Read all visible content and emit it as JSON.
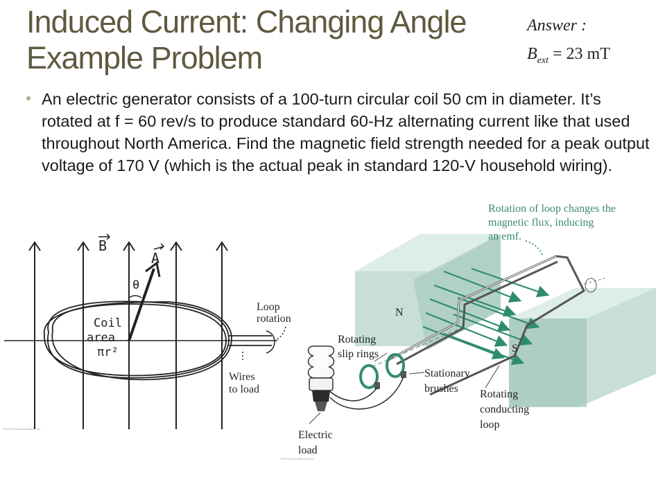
{
  "slide": {
    "title_line1": "Induced Current: Changing Angle",
    "title_line2": "Example Problem",
    "answer_label": "Answer :",
    "answer_symbol": "B",
    "answer_subscript": "ext",
    "answer_value": "= 23 mT",
    "bullet_text": "An electric generator consists of a 100-turn circular coil 50 cm in diameter.  It’s rotated at f = 60 rev/s to produce standard 60-Hz alternating current like that used throughout North America.  Find the magnetic field strength needed for a peak output voltage of 170 V (which is the actual peak in standard 120-V household wiring)."
  },
  "left_diagram": {
    "label_B": "B",
    "label_A": "A",
    "label_theta": "θ",
    "coil_line1": "Coil",
    "coil_line2": "area",
    "coil_line3": "πr²",
    "loop_rotation_1": "Loop",
    "loop_rotation_2": "rotation",
    "wires_1": "Wires",
    "wires_2": "to load",
    "copyright": "©2012 Pearson Education, Inc."
  },
  "right_diagram": {
    "caption_1": "Rotation of loop changes the",
    "caption_2": "magnetic flux, inducing",
    "caption_3": "an emf.",
    "pole_N": "N",
    "pole_S": "S",
    "slip_1": "Rotating",
    "slip_2": "slip rings",
    "brushes_1": "Stationary",
    "brushes_2": "brushes",
    "loop_1": "Rotating",
    "loop_2": "conducting",
    "loop_3": "loop",
    "load_1": "Electric",
    "load_2": "load",
    "copyright": "©2012 Pearson Education, Inc."
  },
  "colors": {
    "title": "#5f5a3f",
    "bullet_dot": "#a8ab8c",
    "caption": "#3c8a72",
    "field_arrows": "#2f8c6d",
    "magnet_light": "#c7dfd6",
    "magnet_dark": "#8fb9ab"
  }
}
